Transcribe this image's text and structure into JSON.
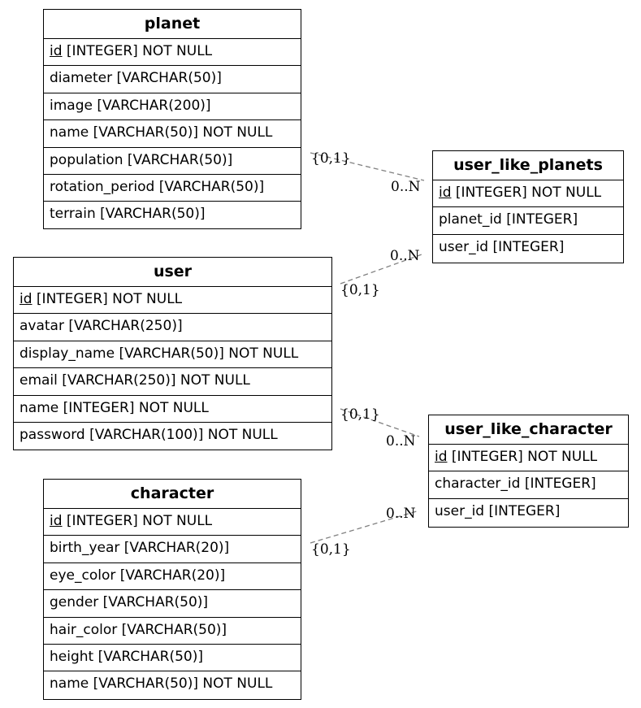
{
  "entities": {
    "planet": {
      "title": "planet",
      "columns": [
        {
          "pk": "id",
          "rest": " [INTEGER] NOT NULL"
        },
        {
          "pk": "",
          "rest": "diameter [VARCHAR(50)]"
        },
        {
          "pk": "",
          "rest": "image [VARCHAR(200)]"
        },
        {
          "pk": "",
          "rest": "name [VARCHAR(50)] NOT NULL"
        },
        {
          "pk": "",
          "rest": "population [VARCHAR(50)]"
        },
        {
          "pk": "",
          "rest": "rotation_period [VARCHAR(50)]"
        },
        {
          "pk": "",
          "rest": "terrain [VARCHAR(50)]"
        }
      ]
    },
    "user_like_planets": {
      "title": "user_like_planets",
      "columns": [
        {
          "pk": "id",
          "rest": " [INTEGER] NOT NULL"
        },
        {
          "pk": "",
          "rest": "planet_id [INTEGER]"
        },
        {
          "pk": "",
          "rest": "user_id [INTEGER]"
        }
      ]
    },
    "user": {
      "title": "user",
      "columns": [
        {
          "pk": "id",
          "rest": " [INTEGER] NOT NULL"
        },
        {
          "pk": "",
          "rest": "avatar [VARCHAR(250)]"
        },
        {
          "pk": "",
          "rest": "display_name [VARCHAR(50)] NOT NULL"
        },
        {
          "pk": "",
          "rest": "email [VARCHAR(250)] NOT NULL"
        },
        {
          "pk": "",
          "rest": "name [INTEGER] NOT NULL"
        },
        {
          "pk": "",
          "rest": "password [VARCHAR(100)] NOT NULL"
        }
      ]
    },
    "user_like_character": {
      "title": "user_like_character",
      "columns": [
        {
          "pk": "id",
          "rest": " [INTEGER] NOT NULL"
        },
        {
          "pk": "",
          "rest": "character_id [INTEGER]"
        },
        {
          "pk": "",
          "rest": "user_id [INTEGER]"
        }
      ]
    },
    "character": {
      "title": "character",
      "columns": [
        {
          "pk": "id",
          "rest": " [INTEGER] NOT NULL"
        },
        {
          "pk": "",
          "rest": "birth_year [VARCHAR(20)]"
        },
        {
          "pk": "",
          "rest": "eye_color [VARCHAR(20)]"
        },
        {
          "pk": "",
          "rest": "gender [VARCHAR(50)]"
        },
        {
          "pk": "",
          "rest": "hair_color [VARCHAR(50)]"
        },
        {
          "pk": "",
          "rest": "height [VARCHAR(50)]"
        },
        {
          "pk": "",
          "rest": "name [VARCHAR(50)] NOT NULL"
        }
      ]
    }
  },
  "relationships": [
    {
      "one": "{0,1}",
      "many": "0..N"
    },
    {
      "one": "{0,1}",
      "many": "0..N"
    },
    {
      "one": "{0,1}",
      "many": "0..N"
    },
    {
      "one": "{0,1}",
      "many": "0..N"
    }
  ],
  "colors": {
    "edge": "#808080",
    "border": "#000000",
    "background": "#ffffff"
  }
}
